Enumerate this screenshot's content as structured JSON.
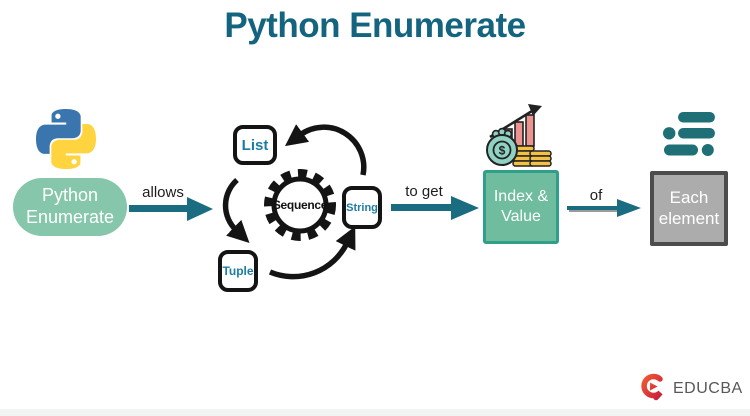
{
  "title": "Python Enumerate",
  "labels": {
    "allows": "allows",
    "to_get": "to get",
    "of": "of"
  },
  "nodes": {
    "source": {
      "line1": "Python",
      "line2": "Enumerate"
    },
    "cycle_center": "Sequence",
    "cycle_items": {
      "top": "List",
      "right": "String",
      "bottom": "Tuple"
    },
    "result": {
      "line1": "Index &",
      "line2": "Value"
    },
    "target": {
      "line1": "Each",
      "line2": "element"
    }
  },
  "branding": {
    "name": "EDUCBA"
  },
  "icons": {
    "python": "python-logo",
    "money": "money-growth-chart-icon",
    "list": "list-items-icon",
    "brand": "educba-e-icon"
  },
  "colors": {
    "title": "#14647F",
    "flow_arrow": "#1A6D80",
    "pill_fill": "#86C7AB",
    "result_fill": "#6FBC9E",
    "result_border": "#2F9F8A",
    "target_fill": "#ACACAC",
    "target_border": "#4C4C4C",
    "node_text": "#1B7CA4",
    "icon_teal": "#1E6F76",
    "brand_red": "#E8262D"
  }
}
